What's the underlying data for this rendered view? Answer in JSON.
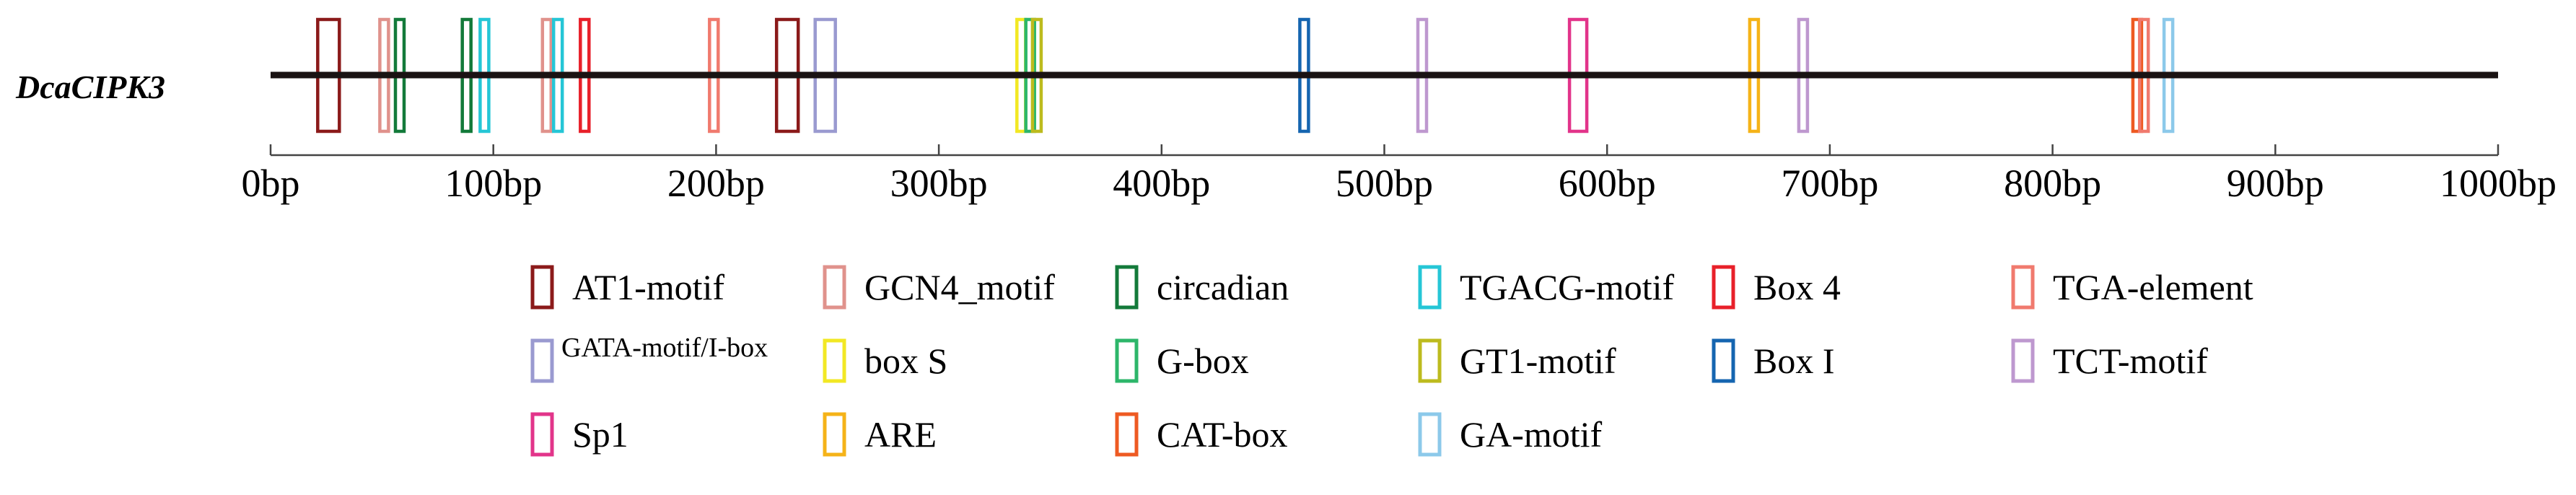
{
  "gene": {
    "name": "DcaCIPK3",
    "length": 1000
  },
  "axis": {
    "ticks": [
      {
        "value": 0,
        "label": "0bp"
      },
      {
        "value": 100,
        "label": "100bp"
      },
      {
        "value": 200,
        "label": "200bp"
      },
      {
        "value": 300,
        "label": "300bp"
      },
      {
        "value": 400,
        "label": "400bp"
      },
      {
        "value": 500,
        "label": "500bp"
      },
      {
        "value": 600,
        "label": "600bp"
      },
      {
        "value": 700,
        "label": "700bp"
      },
      {
        "value": 800,
        "label": "800bp"
      },
      {
        "value": 900,
        "label": "900bp"
      },
      {
        "value": 1000,
        "label": "1000bp"
      }
    ]
  },
  "motif_types": [
    {
      "id": "AT1-motif",
      "label": "AT1-motif",
      "color": "#8B1A1A"
    },
    {
      "id": "GCN4_motif",
      "label": "GCN4_motif",
      "color": "#E0928C"
    },
    {
      "id": "circadian",
      "label": "circadian",
      "color": "#137A3A"
    },
    {
      "id": "TGACG-motif",
      "label": "TGACG-motif",
      "color": "#25C6D6"
    },
    {
      "id": "Box 4",
      "label": "Box 4",
      "color": "#E8202A"
    },
    {
      "id": "TGA-element",
      "label": "TGA-element",
      "color": "#F07A6E"
    },
    {
      "id": "GATA-motif/I-box",
      "label": "GATA-motif/I-box",
      "color": "#9A9AD0"
    },
    {
      "id": "box S",
      "label": "box S",
      "color": "#F2E824"
    },
    {
      "id": "G-box",
      "label": "G-box",
      "color": "#2DB66A"
    },
    {
      "id": "GT1-motif",
      "label": "GT1-motif",
      "color": "#BDBB1E"
    },
    {
      "id": "Box I",
      "label": "Box I",
      "color": "#1565B0"
    },
    {
      "id": "TCT-motif",
      "label": "TCT-motif",
      "color": "#BE98CF"
    },
    {
      "id": "Sp1",
      "label": "Sp1",
      "color": "#E2348A"
    },
    {
      "id": "ARE",
      "label": "ARE",
      "color": "#F5B318"
    },
    {
      "id": "CAT-box",
      "label": "CAT-box",
      "color": "#EE5A22"
    },
    {
      "id": "GA-motif",
      "label": "GA-motif",
      "color": "#8CC9EA"
    }
  ],
  "chart_data": {
    "type": "diagram",
    "x_range": [
      0,
      1000
    ],
    "elements": [
      {
        "motif": "AT1-motif",
        "position": 26,
        "height": "tall"
      },
      {
        "motif": "GCN4_motif",
        "position": 51,
        "height": "tall"
      },
      {
        "motif": "circadian",
        "position": 58,
        "height": "tall"
      },
      {
        "motif": "circadian",
        "position": 88,
        "height": "tall"
      },
      {
        "motif": "TGACG-motif",
        "position": 96,
        "height": "tall"
      },
      {
        "motif": "GCN4_motif",
        "position": 124,
        "height": "tall"
      },
      {
        "motif": "TGACG-motif",
        "position": 129,
        "height": "tall"
      },
      {
        "motif": "Box 4",
        "position": 141,
        "height": "tall"
      },
      {
        "motif": "TGA-element",
        "position": 199,
        "height": "tall"
      },
      {
        "motif": "AT1-motif",
        "position": 232,
        "height": "tall"
      },
      {
        "motif": "GATA-motif/I-box",
        "position": 249,
        "height": "tall"
      },
      {
        "motif": "box S",
        "position": 337,
        "height": "tall"
      },
      {
        "motif": "G-box",
        "position": 341,
        "height": "tall"
      },
      {
        "motif": "GT1-motif",
        "position": 344,
        "height": "tall"
      },
      {
        "motif": "Box I",
        "position": 464,
        "height": "tall"
      },
      {
        "motif": "TCT-motif",
        "position": 517,
        "height": "tall"
      },
      {
        "motif": "Sp1",
        "position": 587,
        "height": "tall"
      },
      {
        "motif": "ARE",
        "position": 666,
        "height": "tall"
      },
      {
        "motif": "TCT-motif",
        "position": 688,
        "height": "tall"
      },
      {
        "motif": "CAT-box",
        "position": 838,
        "height": "tall"
      },
      {
        "motif": "TGA-element",
        "position": 841,
        "height": "tall"
      },
      {
        "motif": "GA-motif",
        "position": 852,
        "height": "tall"
      }
    ]
  }
}
